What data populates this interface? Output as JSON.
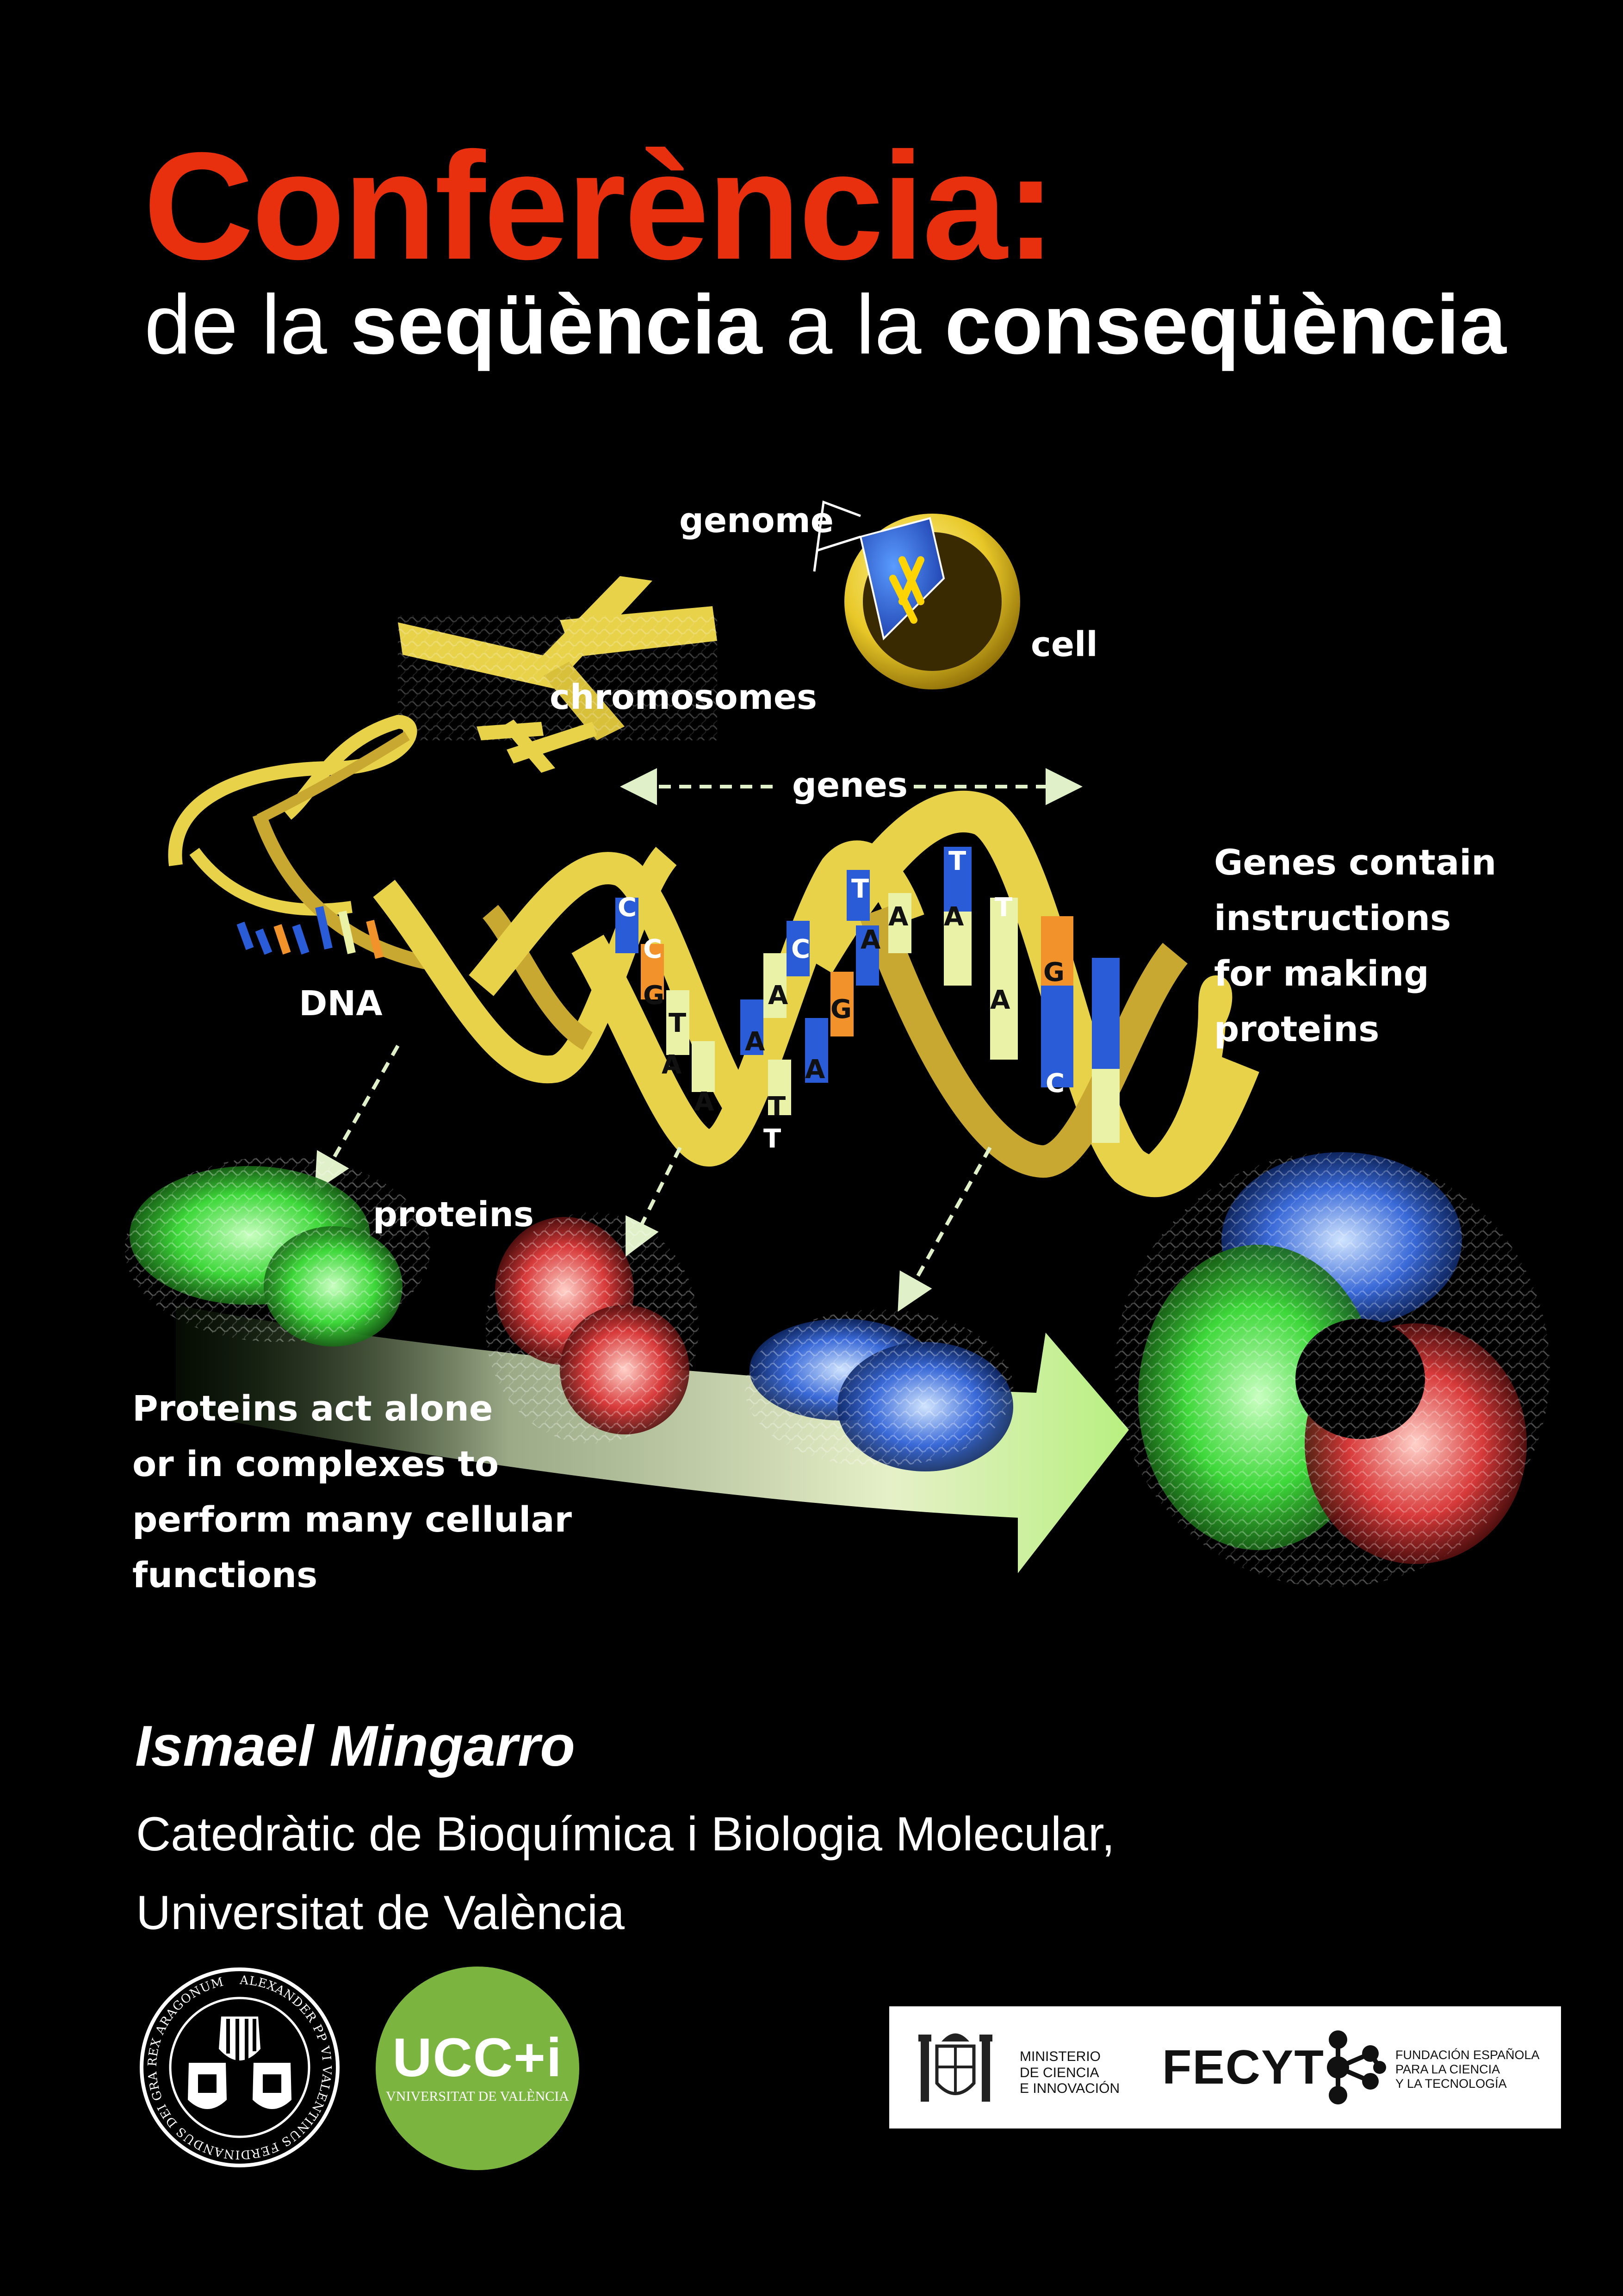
{
  "poster": {
    "title": "Conferència:",
    "subtitle_part1": "de la ",
    "subtitle_part2": "seqüència",
    "subtitle_part3": " a la ",
    "subtitle_part4": "conseqüència"
  },
  "illustration": {
    "labels": {
      "genome": "genome",
      "cell": "cell",
      "chromosomes": "chromosomes",
      "genes": "genes",
      "dna": "DNA",
      "proteins": "proteins"
    },
    "genes_note": [
      "Genes contain",
      "instructions",
      "for making",
      "proteins"
    ],
    "proteins_note": [
      "Proteins act alone",
      "or in complexes to",
      "perform many cellular",
      "functions"
    ],
    "bases": [
      "C",
      "C",
      "G",
      "T",
      "A",
      "A",
      "A",
      "A",
      "T",
      "A",
      "T",
      "G",
      "C",
      "T",
      "A",
      "A",
      "T",
      "T",
      "A",
      "A",
      "G",
      "C"
    ],
    "colors": {
      "helix": "#e8d24a",
      "base_blue": "#2a5cd8",
      "base_orange": "#f2922a",
      "base_light": "#e9f2a6",
      "protein_green": "#3ed83a",
      "protein_red": "#d83a3a",
      "protein_blue": "#3a6ad8"
    }
  },
  "speaker": {
    "name": "Ismael Mingarro",
    "position": "Catedràtic de Bioquímica i Biologia Molecular,",
    "institution": "Universitat de València"
  },
  "logos": {
    "uv_seal": {
      "icon": "university-seal-icon",
      "text": "ALEXANDER PP VI VALENTINUS FERDINANDUS DEI GRA REX ARAGONUM"
    },
    "ucc": {
      "name": "UCC+i",
      "subtitle": "VNIVERSITAT DE VALÈNCIA",
      "color": "#7bb540"
    },
    "ministerio": {
      "icon": "spanish-coat-of-arms-icon",
      "text": "MINISTERIO\nDE CIENCIA\nE INNOVACIÓN"
    },
    "fecyt": {
      "word": "FECYT",
      "icon": "fecyt-molecule-icon",
      "text": "FUNDACIÓN ESPAÑOLA\nPARA LA CIENCIA\nY LA TECNOLOGÍA"
    }
  }
}
